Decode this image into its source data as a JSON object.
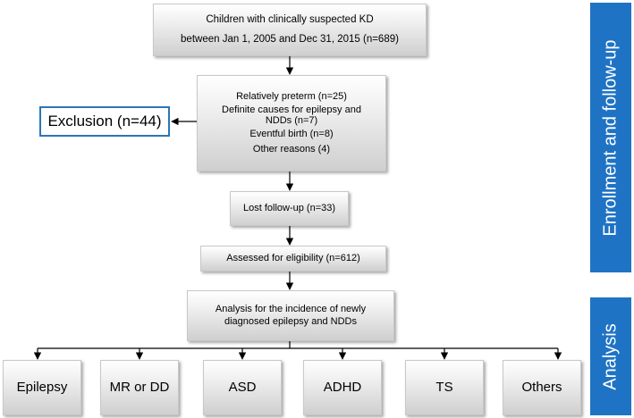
{
  "enrollment_box": {
    "line1": "Children with clinically suspected KD",
    "line2": "between Jan 1, 2005 and Dec 31, 2015 (n=689)"
  },
  "exclusion_box": {
    "lines": [
      "Relatively preterm (n=25)",
      "Definite causes for epilepsy and",
      "NDDs (n=7)",
      "Eventful birth (n=8)",
      "Other reasons (4)"
    ]
  },
  "exclusion_label": "Exclusion (n=44)",
  "lost_followup": "Lost follow-up (n=33)",
  "assessed": "Assessed for eligibility (n=612)",
  "analysis_box": {
    "line1": "Analysis for the incidence of newly",
    "line2": "diagnosed epilepsy and NDDs"
  },
  "outcomes": [
    "Epilepsy",
    "MR or DD",
    "ASD",
    "ADHD",
    "TS",
    "Others"
  ],
  "sidebar": {
    "enrollment": "Enrollment and follow-up",
    "analysis": "Analysis"
  },
  "colors": {
    "sidebar_blue": "#1f73c4",
    "exclusion_border": "#2e75b6"
  }
}
